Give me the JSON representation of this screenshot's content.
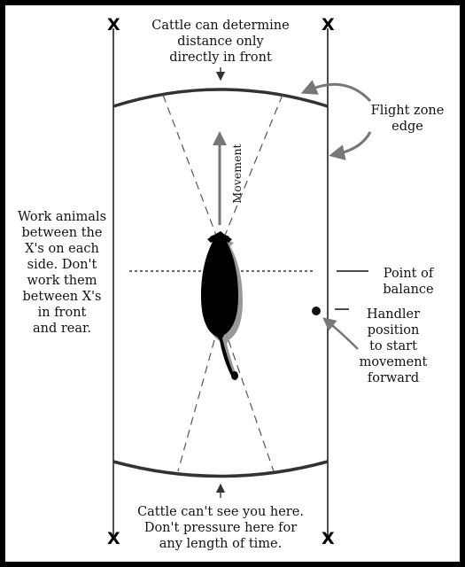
{
  "labels": {
    "top_note": "Cattle can determine\ndistance only\ndirectly in front",
    "flight_zone": "Flight zone\nedge",
    "movement": "Movement",
    "work_animals": "Work animals\nbetween the\nX's on each\nside. Don't\nwork them\nbetween X's\nin front\nand rear.",
    "point_of_balance": "Point of\nbalance",
    "handler_position": "Handler\nposition\nto start\nmovement\nforward",
    "bottom_note": "Cattle can't see you here.\nDon't pressure here for\nany length of time."
  },
  "markers": {
    "x_mark": "X"
  },
  "colors": {
    "border": "#000000",
    "background": "#ffffff",
    "ink": "#111111",
    "arrow_gray": "#777777",
    "shadow_gray": "#999999"
  }
}
